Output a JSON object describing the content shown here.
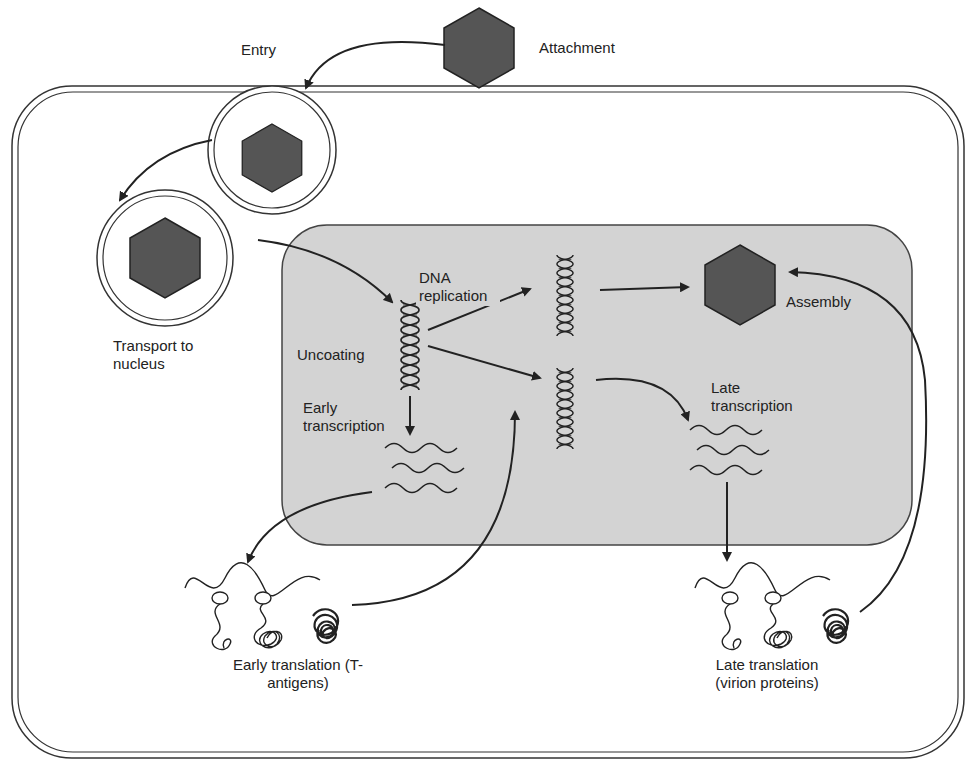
{
  "diagram": {
    "labels": [
      "Attachment",
      "Entry",
      "Transport to nucleus",
      "Uncoating",
      "DNA replication",
      "Early transcription",
      "Late transcription",
      "Assembly",
      "Early translation (T-antigens)",
      "Late translation (virion proteins)"
    ]
  }
}
